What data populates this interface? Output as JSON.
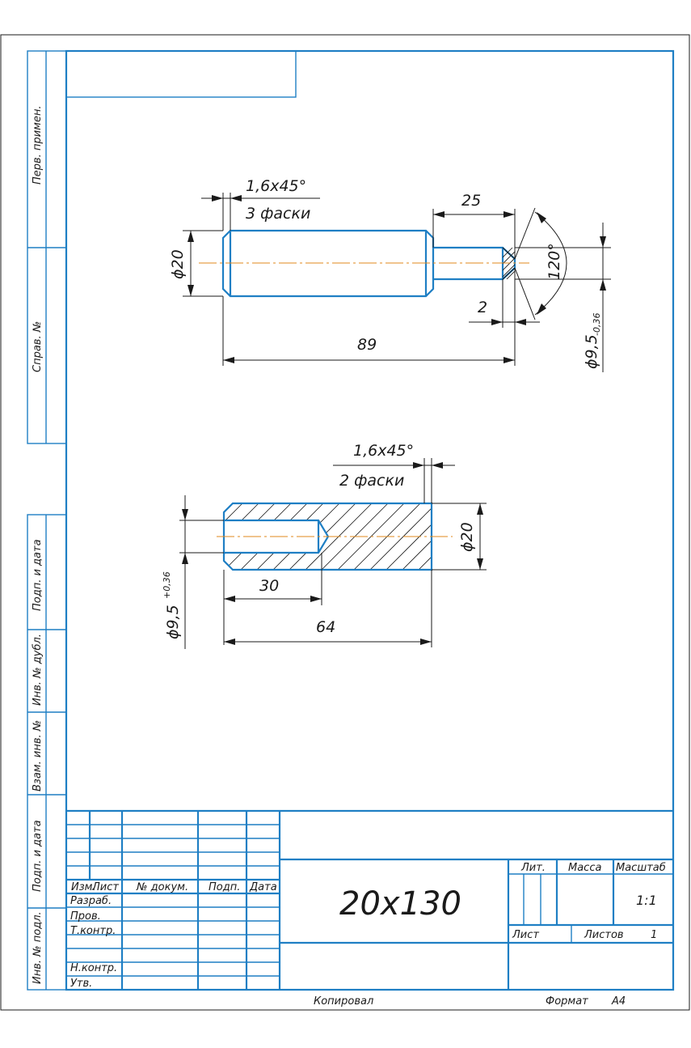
{
  "side_stamps": [
    "Перв. примен.",
    "Справ. №",
    "Подп. и дата",
    "Инв. № дубл.",
    "Взам. инв. №",
    "Подп. и дата",
    "Инв. № подл."
  ],
  "view1": {
    "chamfer": "1,6x45°",
    "chamfer_count": "3 фаски",
    "dim_diameter": "ϕ20",
    "dim_tip_length": "25",
    "dim_angle": "120°",
    "dim_chamfer_small": "2",
    "dim_total": "89",
    "dim_pin_diameter": "ϕ9,5",
    "dim_pin_tolerance": "-0,36"
  },
  "view2": {
    "chamfer": "1,6x45°",
    "chamfer_count": "2 фаски",
    "dim_diameter": "ϕ20",
    "dim_hole_diameter": "ϕ9,5",
    "dim_hole_tolerance": "+0,36",
    "dim_hole_depth": "30",
    "dim_total": "64"
  },
  "title_block": {
    "headers": {
      "izm": "Изм.",
      "list": "Лист",
      "doc_no": "№ докум.",
      "sign": "Подп.",
      "date": "Дата"
    },
    "rows": {
      "razrab": "Разраб.",
      "prov": "Пров.",
      "tkontr": "Т.контр.",
      "nkontr": "Н.контр.",
      "utv": "Утв."
    },
    "designation": "20x130",
    "lit_label": "Лит.",
    "mass_label": "Масса",
    "scale_label": "Масштаб",
    "scale_value": "1:1",
    "sheet_label": "Лист",
    "sheets_label": "Листов",
    "sheets_value": "1"
  },
  "footer": {
    "copied": "Копировал",
    "format_label": "Формат",
    "format_value": "A4"
  }
}
